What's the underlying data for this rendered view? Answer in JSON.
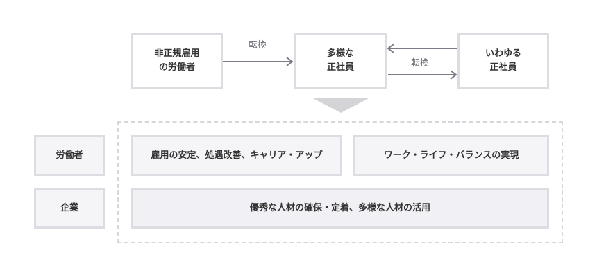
{
  "nodes": {
    "nonregular": {
      "line1": "非正規雇用",
      "line2": "の労働者"
    },
    "diverse": {
      "line1": "多様な",
      "line2": "正社員"
    },
    "regular": {
      "line1": "いわゆる",
      "line2": "正社員"
    }
  },
  "arrows": {
    "left_label": "転換",
    "right_label": "転換"
  },
  "rows": {
    "worker": {
      "label": "労働者",
      "benefits": [
        "雇用の安定、処遇改善、キャリア・アップ",
        "ワーク・ライフ・バランスの実現"
      ]
    },
    "company": {
      "label": "企業",
      "benefit": "優秀な人材の確保・定着、多様な人材の活用"
    }
  },
  "colors": {
    "arrow": "#7a7c88",
    "border": "#dcdce2",
    "down_triangle": "#d4d4d8"
  }
}
